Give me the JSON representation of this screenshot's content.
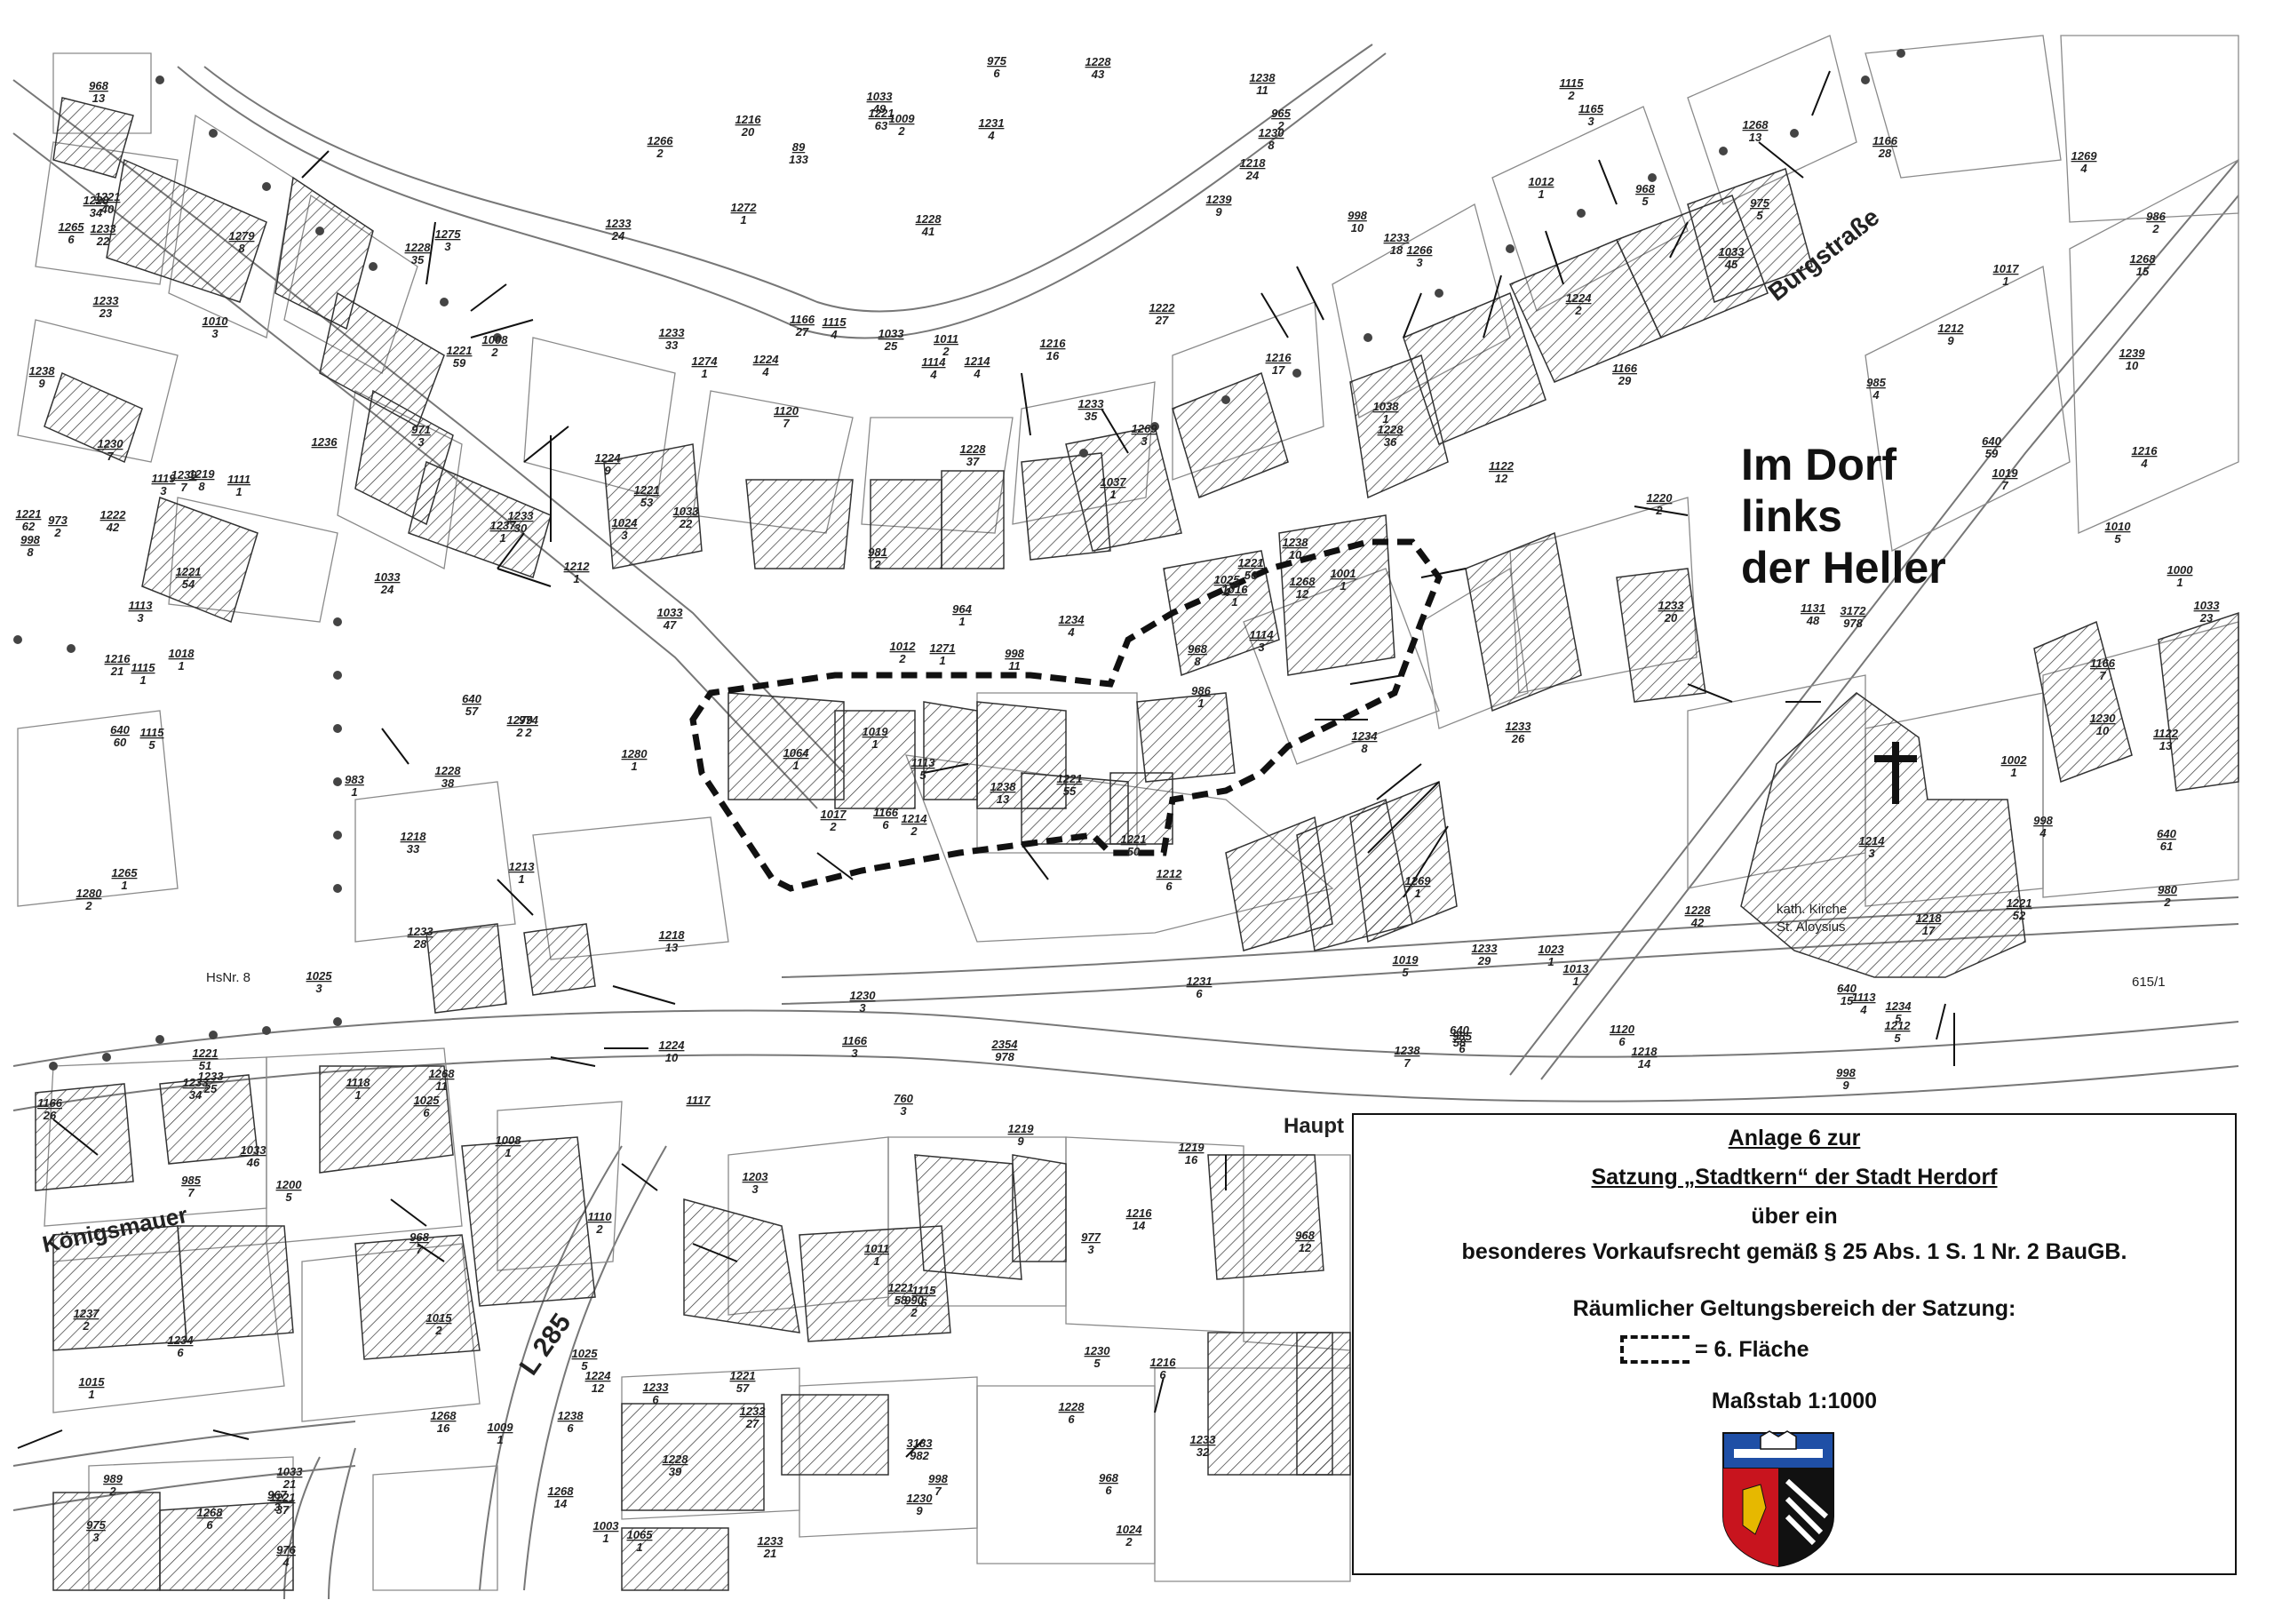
{
  "map": {
    "district_label_lines": [
      "Im Dorf",
      "links",
      "der Heller"
    ],
    "streets": [
      "Burgstraße",
      "Königsmauer",
      "L 285",
      "Haupt"
    ],
    "other_labels": [
      "HsNr. 8",
      "kath. Kirche",
      "St. Aloysius",
      "615/1"
    ],
    "parcels": [
      "1018/1",
      "1017/1",
      "1017/2",
      "1038/1",
      "1033/21",
      "1033/25",
      "1037/1",
      "1033/46",
      "1033/22",
      "1015/1",
      "1015/2",
      "1011/2",
      "1016/1",
      "1013/1",
      "1010/3",
      "1009/2",
      "1033/23",
      "1019/5",
      "1019/7",
      "1019/1",
      "1011/1",
      "1012/2",
      "1008/2",
      "1012/1",
      "1008/1",
      "1023/1",
      "1024/2",
      "1024/3",
      "1033/24",
      "1009/1",
      "1010/5",
      "968/8",
      "989/2",
      "990/2",
      "986/1",
      "985/7",
      "985/4",
      "986/2",
      "985/6",
      "968/7",
      "976/4",
      "975/3",
      "977/3",
      "975/5",
      "975/6",
      "974/2",
      "973/2",
      "971/3",
      "968/5",
      "967/3",
      "965/2",
      "89/133",
      "964/1",
      "760/3",
      "1233/6",
      "1233/29",
      "1237/1",
      "1237/2",
      "968/13",
      "1236",
      "980/2",
      "981/2",
      "1230/5",
      "1234/4",
      "1234/6",
      "1234/8",
      "1234/5",
      "3183/982",
      "3172/978",
      "2354/978",
      "968/6",
      "968/12",
      "1033/49",
      "998/4",
      "1001/1",
      "998/11",
      "998/9",
      "998/8",
      "998/7",
      "998/10",
      "1233/18",
      "983/1",
      "1003/1",
      "1002/1",
      "1000/1",
      "1025/3",
      "1025/6",
      "1025/5",
      "1025/4",
      "1033/45",
      "1033/47",
      "1214/3",
      "1233/22",
      "1214/4",
      "1064/1",
      "1065/1",
      "1166/26",
      "1214/2",
      "1166/28",
      "1166/27",
      "1233/21",
      "1233/34",
      "1233/35",
      "1233/33",
      "1233/26",
      "1233/28",
      "1233/27",
      "1233/20",
      "1233/23",
      "1233/25",
      "1233/32",
      "1233/30",
      "1233/24",
      "1218/17",
      "1218/14",
      "1213/1",
      "1221/51",
      "1221/52",
      "1221/53",
      "1221/50",
      "1221/54",
      "1221/55",
      "1221/56",
      "1221/40",
      "1221/57",
      "1221/58",
      "1221/63",
      "1221/59",
      "1221/62",
      "1228/39",
      "1228/42",
      "1228/43",
      "1228/41",
      "1228/37",
      "1228/38",
      "1222/27",
      "1231/6",
      "1231/4",
      "1230/10",
      "1230/9",
      "1230/8",
      "1230/7",
      "1230/3",
      "1221/37",
      "1216/6",
      "1216/4",
      "1238/11",
      "1238/10",
      "1238/6",
      "1239/9",
      "1238/7",
      "1239/10",
      "1239/7",
      "1238/9",
      "1238/13",
      "1228/6",
      "1222/42",
      "1228/34",
      "1111/1",
      "1119/3",
      "1113/3",
      "1110/2",
      "1113/5",
      "1113/4",
      "1117",
      "1114/4",
      "1166/29",
      "1114/3",
      "1115/6",
      "1115/5",
      "1115/4",
      "1120/6",
      "1118/1",
      "1115/1",
      "1115/2",
      "1120/7",
      "1166/7",
      "1122/12",
      "1122/13",
      "1166/6",
      "1166/3",
      "1165/3",
      "1212/9",
      "1212/1",
      "1212/5",
      "1131/48",
      "1203/3",
      "1200/5",
      "1212/6",
      "1218/13",
      "1216/21",
      "1216/20",
      "1216/16",
      "1216/17",
      "1268/16",
      "1268/11",
      "1268/12",
      "1268/13",
      "1268/6",
      "1268/15",
      "1268/14",
      "1218/33",
      "1218/24",
      "640/57",
      "640/60",
      "640/61",
      "640/58",
      "640/59",
      "640/15",
      "1219/8",
      "1219/9",
      "1219/16",
      "1228/35",
      "1228/36",
      "1220/2",
      "1224/4",
      "1224/12",
      "1224/9",
      "1224/2",
      "1224/10",
      "1216/14",
      "1269/3",
      "1269/1",
      "1269/4",
      "1271/1",
      "1272/1",
      "1274/1",
      "1275/3",
      "1279/8",
      "1279/2",
      "1266/2",
      "1266/3",
      "1265/6",
      "1265/1",
      "1280/1",
      "1280/2"
    ]
  },
  "legend": {
    "line1": "Anlage 6 zur",
    "line2": "Satzung „Stadtkern“ der Stadt Herdorf",
    "line3": "über ein",
    "line4": "besonderes Vorkaufsrecht gemäß § 25 Abs. 1 S. 1 Nr. 2 BauGB.",
    "line5": "Räumlicher Geltungsbereich der Satzung:",
    "line6": "= 6. Fläche",
    "line7": "Maßstab 1:1000"
  }
}
